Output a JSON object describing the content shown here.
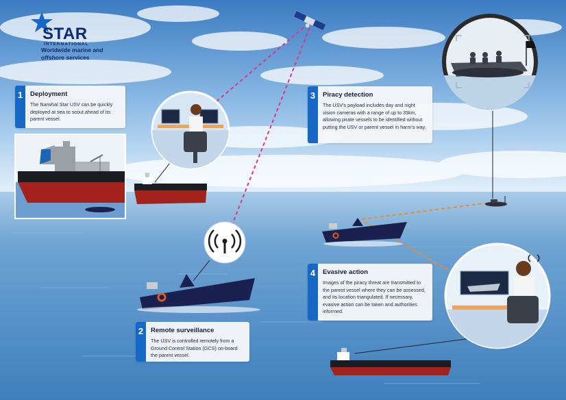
{
  "brand": {
    "logo_word": "STAR",
    "logo_sub": "INTERNATIONAL",
    "tagline": "Worldwide marine and offshore services"
  },
  "steps": [
    {
      "number": "1",
      "title": "Deployment",
      "body": "The Narwhal Star USV can be quickly deployed at sea to scout ahead of its parent vessel."
    },
    {
      "number": "2",
      "title": "Remote surveillance",
      "body": "The USV is controlled remotely from a Ground Control Station (GCS) on-board the parent vessel."
    },
    {
      "number": "3",
      "title": "Piracy detection",
      "body": "The USV's payload includes day and night vision cameras with a range of up to 35km, allowing pirate vessels to be identified without putting the USV or parent vessel in harm's way."
    },
    {
      "number": "4",
      "title": "Evasive action",
      "body": "Images of the piracy threat are transmitted to the parent vessel where they can be assessed, and its location triangulated. If necessary, evasive action can be taken and authorities informed."
    }
  ],
  "icons": {
    "satellite": "satellite-icon",
    "signal": "wireless-signal-icon",
    "binoculars_view": "pirate-boat-scope-icon",
    "gcs_operator": "operator-console-icon",
    "ship": "tanker-ship-icon",
    "usv": "usv-boat-icon"
  },
  "colors": {
    "sky_top": "#3d7fc4",
    "sea": "#5b95c9",
    "accent_blue": "#1767c6",
    "brand_navy": "#0b2a6f",
    "link_magenta": "#e0338a",
    "link_orange": "#f08a24",
    "hull_red": "#a3221b",
    "usv_navy": "#1a2150"
  }
}
